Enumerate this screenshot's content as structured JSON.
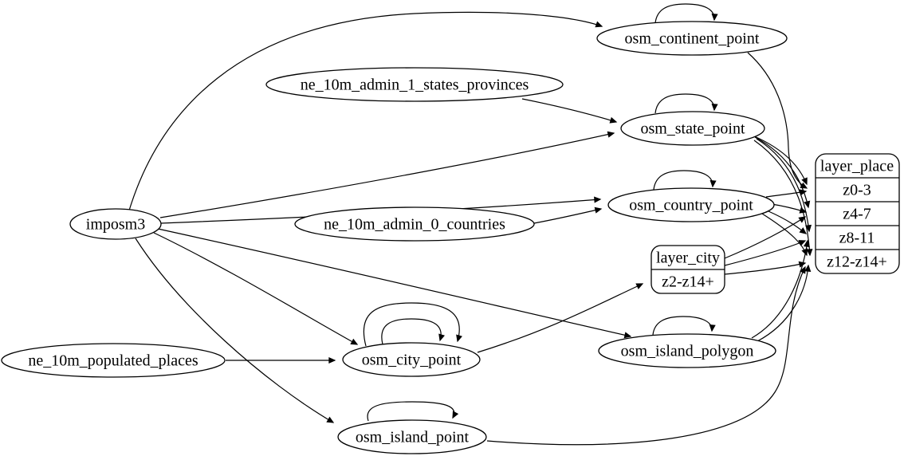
{
  "colors": {
    "background": "#ffffff",
    "table_fill": "#ffffff",
    "layer_fill": "#ffc0cb",
    "stroke": "#000000"
  },
  "nodes": {
    "imposm3": {
      "label": "imposm3",
      "type": "source"
    },
    "ne_10m_admin_1_states_provinces": {
      "label": "ne_10m_admin_1_states_provinces",
      "type": "source"
    },
    "ne_10m_admin_0_countries": {
      "label": "ne_10m_admin_0_countries",
      "type": "source"
    },
    "ne_10m_populated_places": {
      "label": "ne_10m_populated_places",
      "type": "source"
    },
    "osm_continent_point": {
      "label": "osm_continent_point",
      "type": "table"
    },
    "osm_state_point": {
      "label": "osm_state_point",
      "type": "table"
    },
    "osm_country_point": {
      "label": "osm_country_point",
      "type": "table"
    },
    "osm_city_point": {
      "label": "osm_city_point",
      "type": "table"
    },
    "osm_island_polygon": {
      "label": "osm_island_polygon",
      "type": "table"
    },
    "osm_island_point": {
      "label": "osm_island_point",
      "type": "table"
    },
    "layer_city": {
      "label": "layer_city",
      "type": "layer",
      "rows": {
        "r0": "z2-z14+"
      }
    },
    "layer_place": {
      "label": "layer_place",
      "type": "layer",
      "rows": {
        "r0": "z0-3",
        "r1": "z4-7",
        "r2": "z8-11",
        "r3": "z12-z14+"
      }
    }
  },
  "edges": [
    {
      "from": "imposm3",
      "to": "osm_continent_point"
    },
    {
      "from": "imposm3",
      "to": "osm_state_point"
    },
    {
      "from": "imposm3",
      "to": "osm_country_point"
    },
    {
      "from": "imposm3",
      "to": "osm_city_point"
    },
    {
      "from": "imposm3",
      "to": "osm_island_polygon"
    },
    {
      "from": "imposm3",
      "to": "osm_island_point"
    },
    {
      "from": "ne_10m_admin_1_states_provinces",
      "to": "osm_state_point"
    },
    {
      "from": "ne_10m_admin_0_countries",
      "to": "osm_country_point"
    },
    {
      "from": "ne_10m_populated_places",
      "to": "osm_city_point"
    },
    {
      "from": "osm_continent_point",
      "to": "osm_continent_point"
    },
    {
      "from": "osm_state_point",
      "to": "osm_state_point"
    },
    {
      "from": "osm_country_point",
      "to": "osm_country_point"
    },
    {
      "from": "osm_city_point",
      "to": "osm_city_point"
    },
    {
      "from": "osm_city_point",
      "to": "osm_city_point"
    },
    {
      "from": "osm_island_polygon",
      "to": "osm_island_polygon"
    },
    {
      "from": "osm_island_point",
      "to": "osm_island_point"
    },
    {
      "from": "osm_city_point",
      "to": "layer_city:z2-z14+"
    },
    {
      "from": "osm_continent_point",
      "to": "layer_place:z0-3"
    },
    {
      "from": "osm_state_point",
      "to": "layer_place:z0-3"
    },
    {
      "from": "osm_state_point",
      "to": "layer_place:z4-7"
    },
    {
      "from": "osm_state_point",
      "to": "layer_place:z8-11"
    },
    {
      "from": "osm_state_point",
      "to": "layer_place:z12-z14+"
    },
    {
      "from": "osm_country_point",
      "to": "layer_place:z0-3"
    },
    {
      "from": "osm_country_point",
      "to": "layer_place:z4-7"
    },
    {
      "from": "osm_country_point",
      "to": "layer_place:z8-11"
    },
    {
      "from": "osm_country_point",
      "to": "layer_place:z12-z14+"
    },
    {
      "from": "layer_city",
      "to": "layer_place:z4-7"
    },
    {
      "from": "layer_city",
      "to": "layer_place:z8-11"
    },
    {
      "from": "layer_city",
      "to": "layer_place:z12-z14+"
    },
    {
      "from": "osm_island_polygon",
      "to": "layer_place:z8-11"
    },
    {
      "from": "osm_island_polygon",
      "to": "layer_place:z12-z14+"
    },
    {
      "from": "osm_island_point",
      "to": "layer_place:z12-z14+"
    }
  ]
}
